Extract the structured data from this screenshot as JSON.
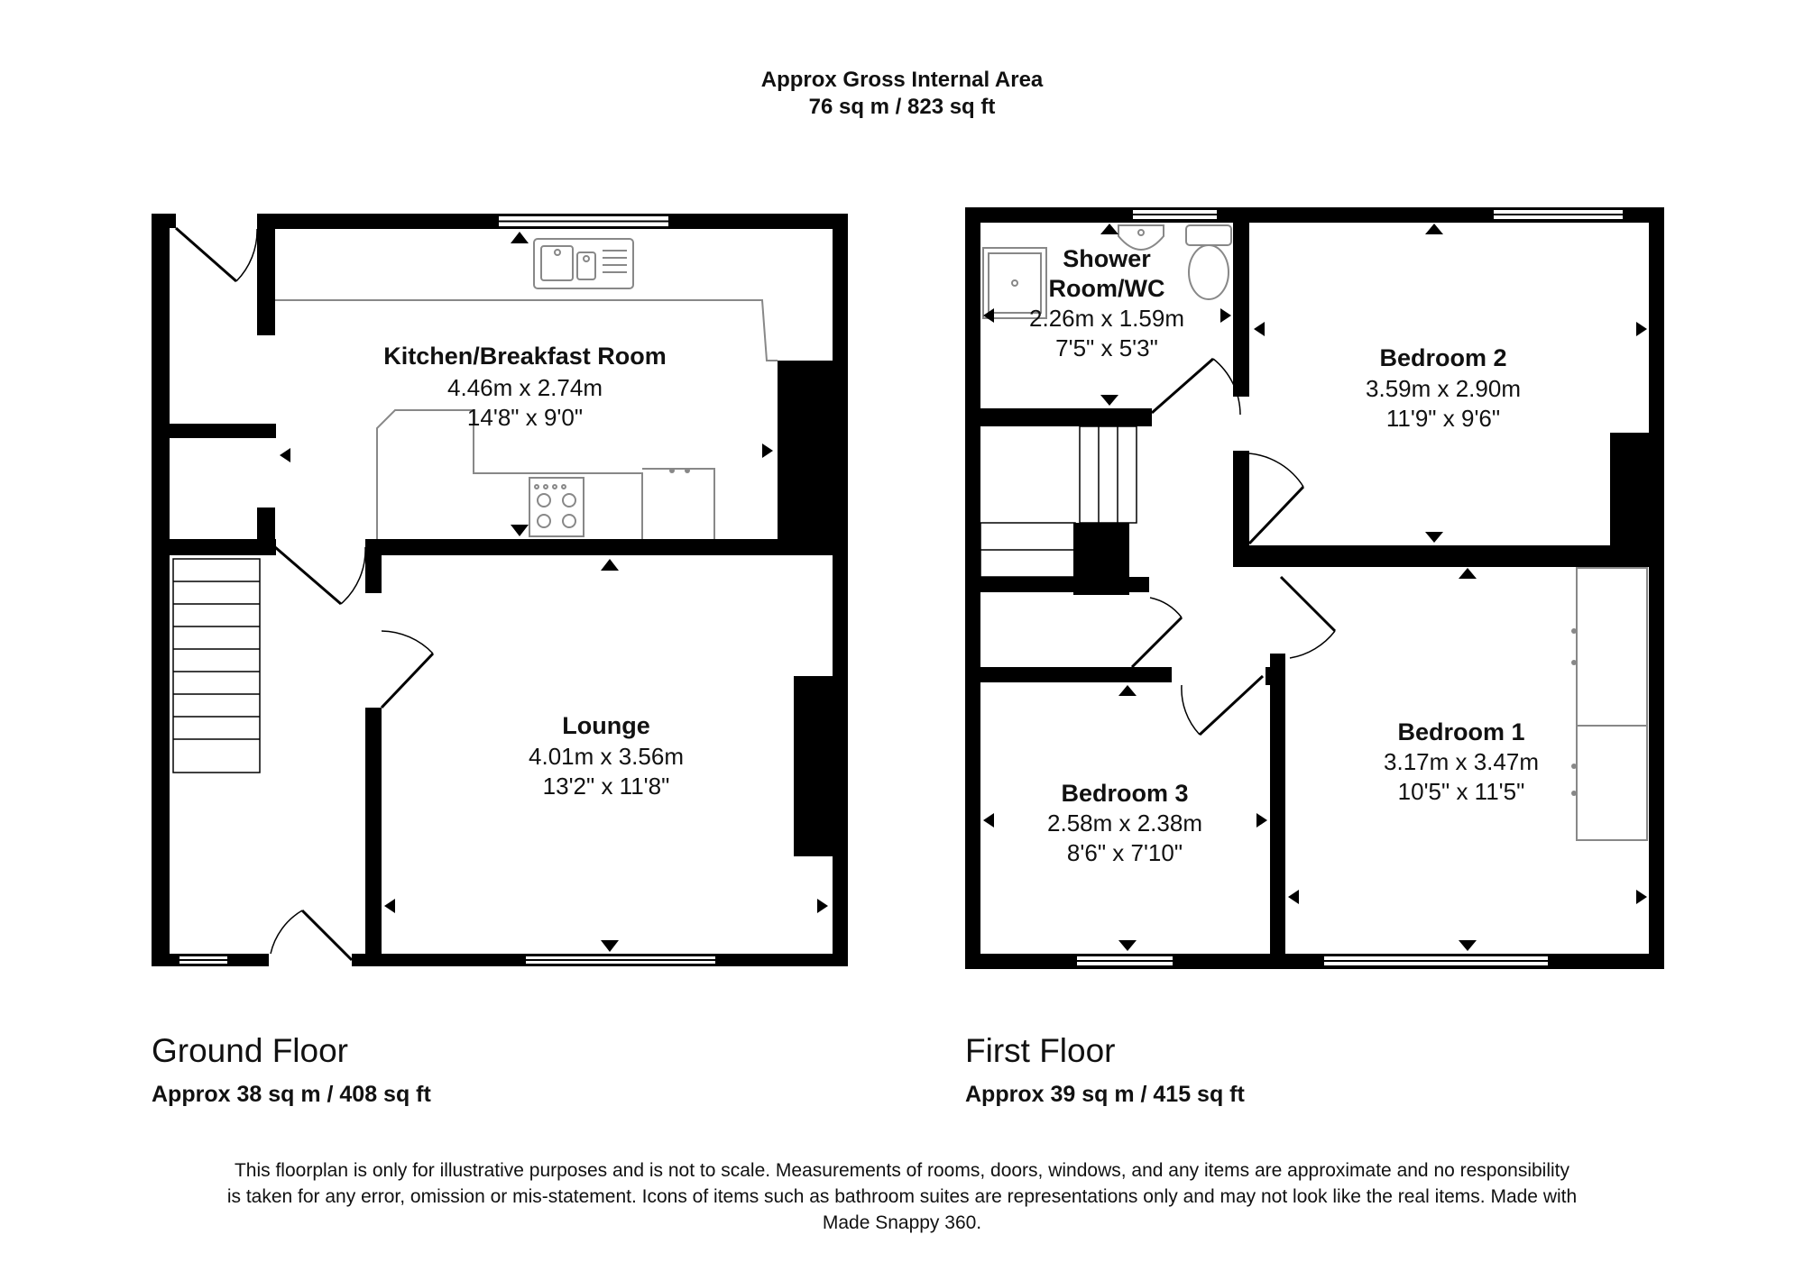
{
  "header": {
    "line1": "Approx Gross Internal Area",
    "line2": "76 sq m / 823 sq ft"
  },
  "floors": [
    {
      "name": "Ground Floor",
      "area": "Approx 38 sq m / 408 sq ft",
      "rooms": [
        {
          "name": "Kitchen/Breakfast Room",
          "dim_m": "4.46m x 2.74m",
          "dim_ft": "14'8\" x 9'0\""
        },
        {
          "name": "Lounge",
          "dim_m": "4.01m x 3.56m",
          "dim_ft": "13'2\" x 11'8\""
        }
      ]
    },
    {
      "name": "First Floor",
      "area": "Approx 39 sq m / 415 sq ft",
      "rooms": [
        {
          "name": "Shower",
          "name2": "Room/WC",
          "dim_m": "2.26m x 1.59m",
          "dim_ft": "7'5\" x 5'3\""
        },
        {
          "name": "Bedroom 2",
          "dim_m": "3.59m x 2.90m",
          "dim_ft": "11'9\" x 9'6\""
        },
        {
          "name": "Bedroom 3",
          "dim_m": "2.58m x 2.38m",
          "dim_ft": "8'6\" x 7'10\""
        },
        {
          "name": "Bedroom 1",
          "dim_m": "3.17m x 3.47m",
          "dim_ft": "10'5\" x 11'5\""
        }
      ]
    }
  ],
  "disclaimer": "This floorplan is only for illustrative purposes and is not to scale. Measurements of rooms, doors, windows, and any items are approximate and no responsibility is taken for any error, omission or mis-statement. Icons of items such as bathroom suites are representations only and may not look like the real items. Made with Made Snappy 360.",
  "colors": {
    "wall": "#000000",
    "fixture": "#888888",
    "background": "#ffffff"
  }
}
